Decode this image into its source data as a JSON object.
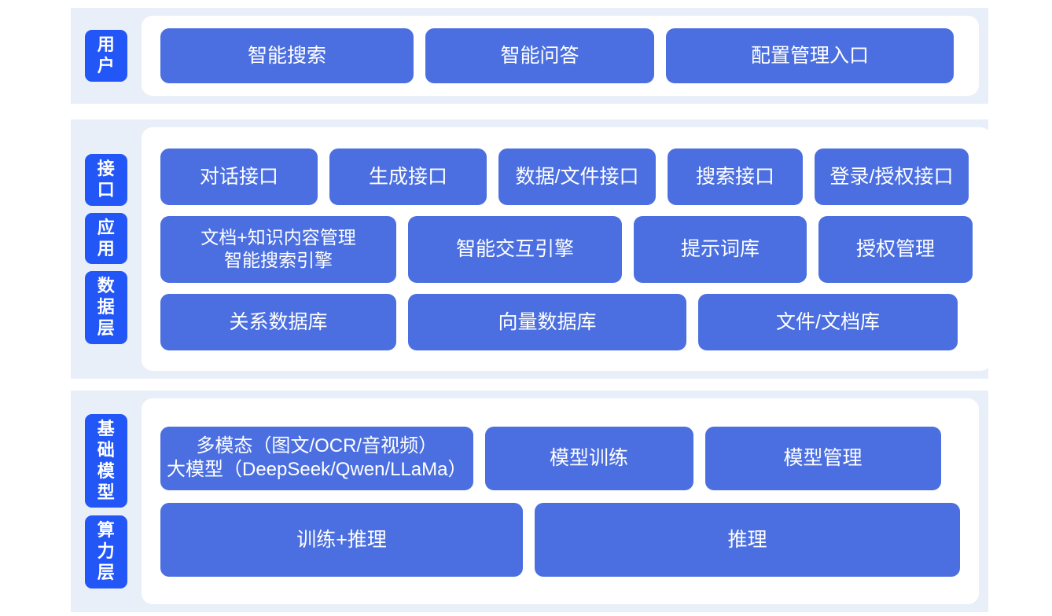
{
  "colors": {
    "band_background": "#e9eff8",
    "tab_blue": "#2356f6",
    "box_blue": "#4b6fe0",
    "panel_white": "#ffffff",
    "text_white": "#ffffff",
    "page_background": "#ffffff"
  },
  "bands": [
    {
      "id": "user",
      "tabs": [
        {
          "label": "用户",
          "chars": [
            "用",
            "户"
          ]
        }
      ],
      "rows": [
        {
          "id": "user-entries",
          "boxes": [
            {
              "lines": [
                "智能搜索"
              ]
            },
            {
              "lines": [
                "智能问答"
              ]
            },
            {
              "lines": [
                "配置管理入口"
              ]
            }
          ]
        }
      ]
    },
    {
      "id": "middle",
      "tabs": [
        {
          "label": "接口",
          "chars": [
            "接",
            "口"
          ]
        },
        {
          "label": "应用",
          "chars": [
            "应",
            "用"
          ]
        },
        {
          "label": "数据层",
          "chars": [
            "数",
            "据",
            "层"
          ]
        }
      ],
      "rows": [
        {
          "id": "interface",
          "boxes": [
            {
              "lines": [
                "对话接口"
              ]
            },
            {
              "lines": [
                "生成接口"
              ]
            },
            {
              "lines": [
                "数据/文件接口"
              ]
            },
            {
              "lines": [
                "搜索接口"
              ]
            },
            {
              "lines": [
                "登录/授权接口"
              ]
            }
          ]
        },
        {
          "id": "application",
          "boxes": [
            {
              "lines": [
                "文档+知识内容管理",
                "智能搜索引擎"
              ]
            },
            {
              "lines": [
                "智能交互引擎"
              ]
            },
            {
              "lines": [
                "提示词库"
              ]
            },
            {
              "lines": [
                "授权管理"
              ]
            }
          ]
        },
        {
          "id": "data",
          "boxes": [
            {
              "lines": [
                "关系数据库"
              ]
            },
            {
              "lines": [
                "向量数据库"
              ]
            },
            {
              "lines": [
                "文件/文档库"
              ]
            }
          ]
        }
      ]
    },
    {
      "id": "base",
      "tabs": [
        {
          "label": "基础模型",
          "chars": [
            "基",
            "础",
            "模",
            "型"
          ]
        },
        {
          "label": "算力层",
          "chars": [
            "算",
            "力",
            "层"
          ]
        }
      ],
      "rows": [
        {
          "id": "foundation-model",
          "boxes": [
            {
              "lines": [
                "多模态（图文/OCR/音视频）",
                "大模型（DeepSeek/Qwen/LLaMa）"
              ]
            },
            {
              "lines": [
                "模型训练"
              ]
            },
            {
              "lines": [
                "模型管理"
              ]
            }
          ]
        },
        {
          "id": "compute",
          "boxes": [
            {
              "lines": [
                "训练+推理"
              ]
            },
            {
              "lines": [
                "推理"
              ]
            }
          ]
        }
      ]
    }
  ]
}
